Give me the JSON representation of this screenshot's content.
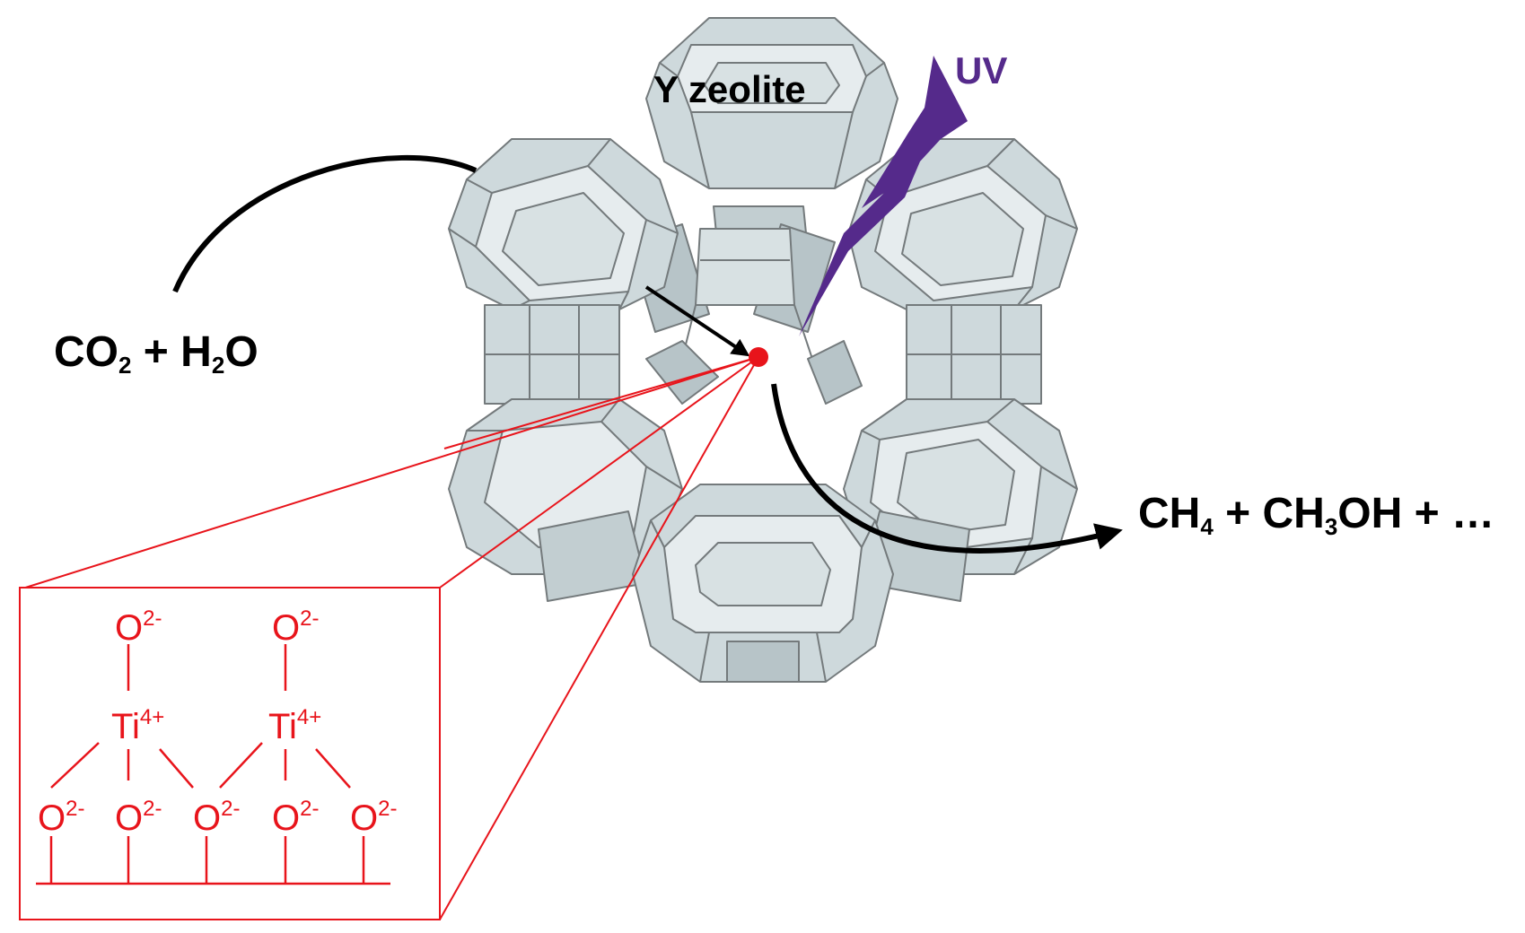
{
  "colors": {
    "frame_fill": "#ced9dc",
    "frame_face": "#e6ecee",
    "frame_dark": "#aab8bc",
    "frame_edge": "#747a7c",
    "uv_bolt": "#552a8b",
    "highlight_red": "#e8141b",
    "arrow": "#000000"
  },
  "labels": {
    "zeolite": "Y zeolite",
    "uv": "UV",
    "reactants": {
      "co": "CO",
      "co_sub": "2",
      "plus1": " + H",
      "h_sub": "2",
      "o": "O"
    },
    "products": {
      "ch": "CH",
      "ch_sub": "4",
      "plus1": " + CH",
      "ch3_sub": "3",
      "tail": "OH + …"
    }
  },
  "structure": {
    "oxygen": "O",
    "oxygen_charge": "2-",
    "titanium": "Ti",
    "titanium_charge": "4+"
  },
  "icons": {
    "uv_bolt": "lightning-bolt-icon",
    "active_site": "red-dot-icon"
  }
}
